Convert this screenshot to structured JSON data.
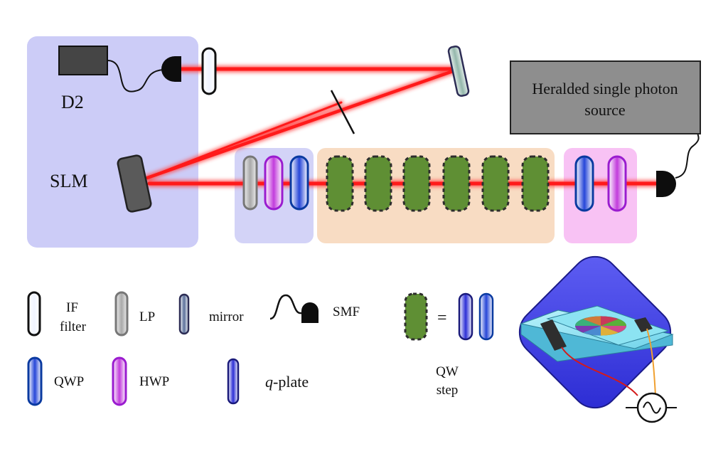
{
  "labels": {
    "d2": "D2",
    "slm": "SLM",
    "source_line1": "Heralded single photon",
    "source_line2": "source"
  },
  "legend": {
    "if_filter_line1": "IF",
    "if_filter_line2": "filter",
    "lp": "LP",
    "mirror": "mirror",
    "smf": "SMF",
    "equals": "=",
    "qw_step_line1": "QW",
    "qw_step_line2": "step",
    "qwp": "QWP",
    "hwp": "HWP",
    "q_plate_italic": "q",
    "q_plate_rest": "-plate"
  },
  "colors": {
    "beam": "#ff1a1a",
    "left_panel": "#ccccf7",
    "small_blue_panel": "#d3d3f7",
    "walk_panel": "#f8dcc3",
    "prep_panel": "#f8c2f4",
    "qw_step": "#5f8f34",
    "hwp_border": "#9a1ccf",
    "qwp_border": "#0a3aa0",
    "lp_fill": "#9a9a9a",
    "source_box": "#8e8e8e",
    "device_diamond": "#4848e8"
  }
}
